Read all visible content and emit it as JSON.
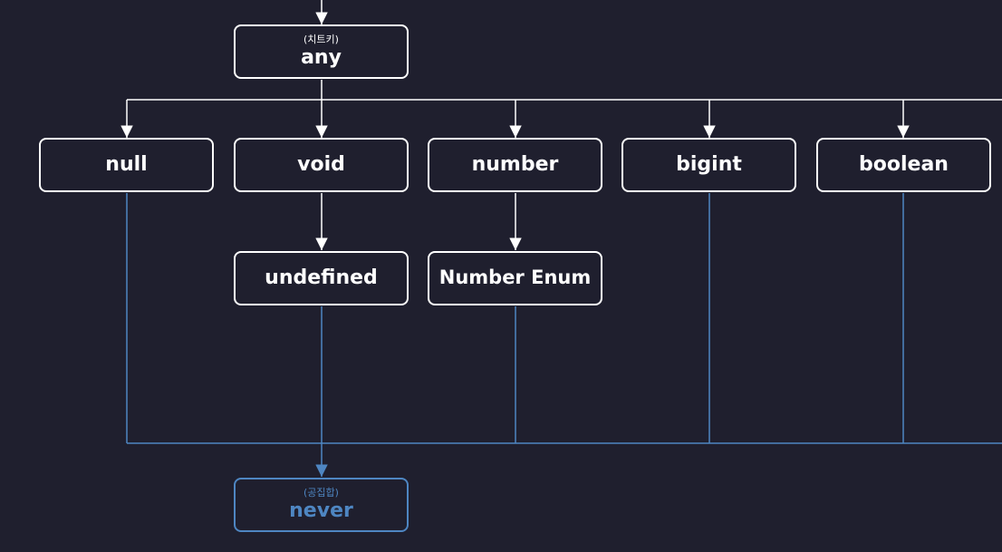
{
  "colors": {
    "background": "#1f1f2e",
    "supertype_lines": "#ffffff",
    "subtype_lines": "#4e86c2"
  },
  "nodes": {
    "any": {
      "label": "any",
      "note": "(치트키)"
    },
    "null": {
      "label": "null"
    },
    "void": {
      "label": "void"
    },
    "number": {
      "label": "number"
    },
    "bigint": {
      "label": "bigint"
    },
    "boolean": {
      "label": "boolean"
    },
    "undefined": {
      "label": "undefined"
    },
    "number_enum": {
      "label": "Number Enum"
    },
    "never": {
      "label": "never",
      "note": "(공집합)"
    }
  }
}
